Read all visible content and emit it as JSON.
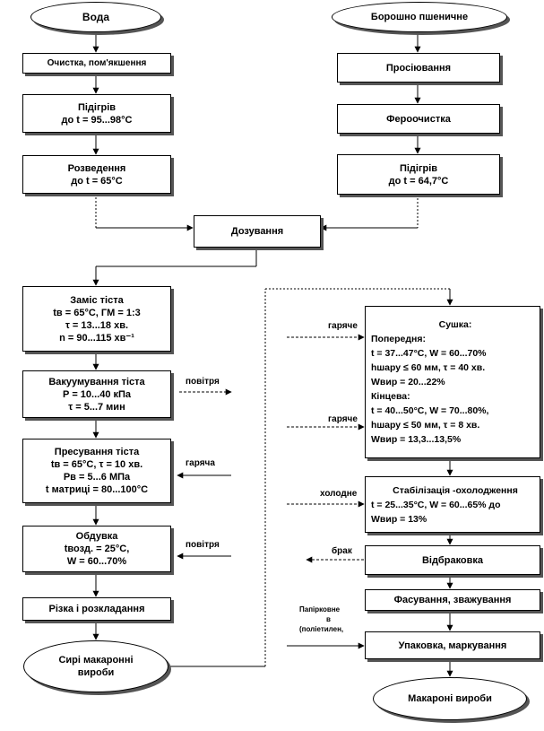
{
  "nodes": {
    "water": "Вода",
    "flour": "Борошно пшеничне",
    "cleaning": "Очистка, пом'якшення",
    "heat1_l1": "Підігрів",
    "heat1_l2": "до t = 95...98°С",
    "dilution_l1": "Розведення",
    "dilution_l2": "до t = 65°С",
    "sifting": "Просіювання",
    "ferro": "Фероочистка",
    "heat2_l1": "Підігрів",
    "heat2_l2": "до t = 64,7°С",
    "dosing": "Дозування",
    "kneading_l1": "Заміс тіста",
    "kneading_l2": "tв = 65°С, ГМ = 1:3",
    "kneading_l3": "τ = 13...18 хв.",
    "kneading_l4": "n = 90...115 хв⁻¹",
    "vacuum_l1": "Вакуумування тіста",
    "vacuum_l2": "Р = 10...40 кПа",
    "vacuum_l3": "τ = 5...7 мин",
    "press_l1": "Пресування тіста",
    "press_l2": "tв = 65°С, τ = 10 хв.",
    "press_l3": "Рв = 5...6 МПа",
    "press_l4": "t матриці = 80...100°С",
    "blowing_l1": "Обдувка",
    "blowing_l2": "tвозд. = 25°С,",
    "blowing_l3": "W = 60...70%",
    "cutting": "Різка і розкладання",
    "raw": "Сирі макаронні вироби",
    "drying_l1": "Сушка:",
    "drying_l2": "Попередня:",
    "drying_l3": "t = 37...47°С, W = 60...70%",
    "drying_l4": "hшару ≤ 60 мм, τ = 40 хв.",
    "drying_l5": "Wвир = 20...22%",
    "drying_l6": "Кінцева:",
    "drying_l7": "t = 40...50°С, W = 70...80%,",
    "drying_l8": "hшару ≤ 50 мм, τ = 8 хв.",
    "drying_l9": "Wвир = 13,3...13,5%",
    "stab_l1": "Стабілізація -охолодження",
    "stab_l2": "t = 25...35°С, W = 60...65% до",
    "stab_l3": "Wвир = 13%",
    "reject": "Відбраковка",
    "packing": "Фасування, зважування",
    "wrapping": "Упаковка, маркування",
    "final": "Макароні вироби"
  },
  "labels": {
    "air1": "повітря",
    "hot_f": "гаряча",
    "air2": "повітря",
    "hot1": "гаряче",
    "hot2": "гаряче",
    "cold": "холодне",
    "defect": "брак",
    "paper_l1": "Папірковне",
    "paper_l2": "в",
    "paper_l3": "(поліетилен,"
  }
}
